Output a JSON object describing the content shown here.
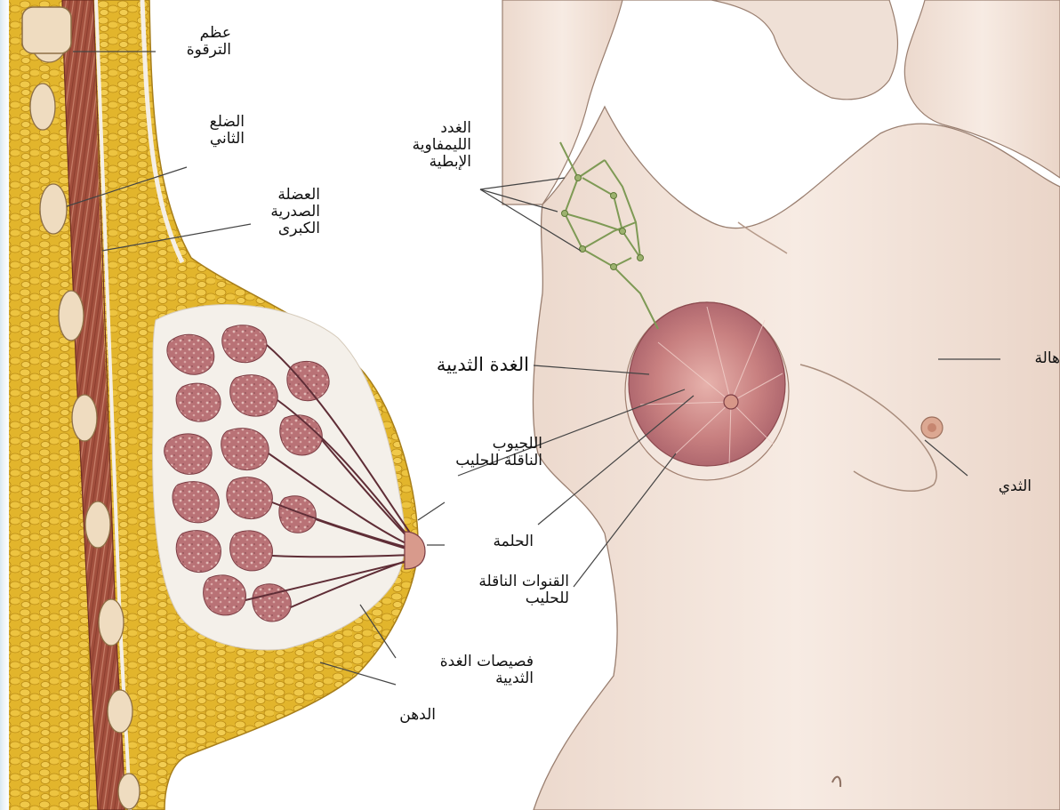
{
  "diagram": {
    "labels": {
      "clavicle": "عظم\nالترقوة",
      "second_rib": "الضلع\nالثاني",
      "pectoralis_major": "العضلة\nالصدرية\nالكبرى",
      "axillary_lymph_nodes": "الغدد\nالليمفاوية\nالإبطية",
      "mammary_gland": "الغدة الثديية",
      "areola": "هالة",
      "lactiferous_sinuses": "اللجيوب\nالناقلة للحليب",
      "breast": "الثدي",
      "nipple": "الحلمة",
      "milk_ducts": "القنوات الناقلة\nللحليب",
      "gland_lobules": "فصيصات الغدة\nالثديية",
      "fat": "الدهن"
    }
  },
  "colors": {
    "fat": "#e3b62f",
    "fat_dark": "#b98a14",
    "muscle": "#9c4a3a",
    "muscle_light": "#c27a62",
    "gland": "#b9787a",
    "gland_light": "#dcb0ae",
    "skin": "#f3e4db",
    "skin_shadow": "#e3cbbd",
    "lymph": "#7e9a55",
    "bone": "#efdcc0"
  }
}
